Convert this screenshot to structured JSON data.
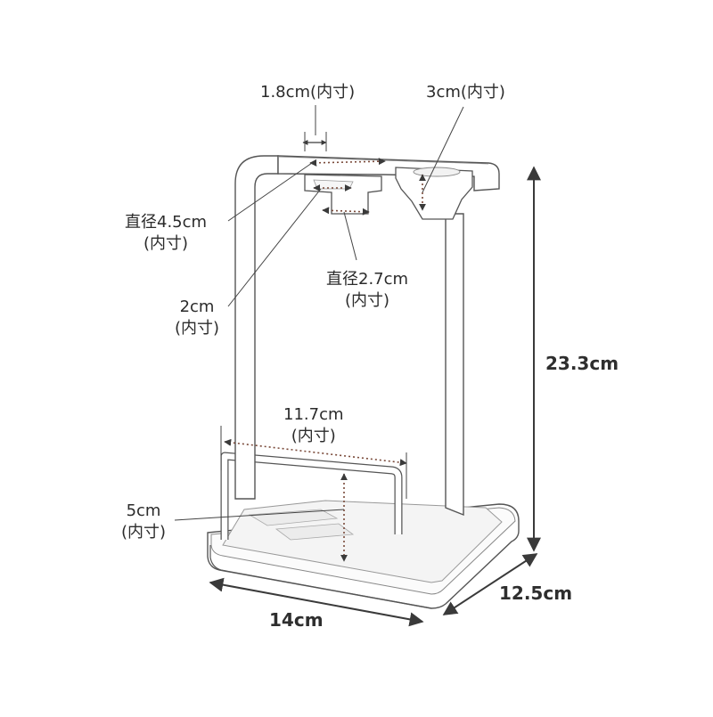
{
  "diagram": {
    "colors": {
      "product_fill": "#ffffff",
      "product_stroke": "#444444",
      "dimension_line": "#555555",
      "inner_marker": "#7a4a3a",
      "text": "#2b2b2b"
    },
    "labels": {
      "slot_inner_width": "1.8cm(内寸)",
      "right_holder_inner": "3cm(内寸)",
      "top_diameter_line1": "直径4.5cm",
      "top_diameter_line2": "(内寸)",
      "bottom_diameter_line1": "直径2.7cm",
      "bottom_diameter_line2": "(内寸)",
      "depth_line1": "2cm",
      "depth_line2": "(内寸)",
      "handle_width_line1": "11.7cm",
      "handle_width_line2": "(内寸)",
      "tray_height_line1": "5cm",
      "tray_height_line2": "(内寸)",
      "overall_height": "23.3cm",
      "overall_width": "14cm",
      "overall_depth": "12.5cm"
    }
  }
}
